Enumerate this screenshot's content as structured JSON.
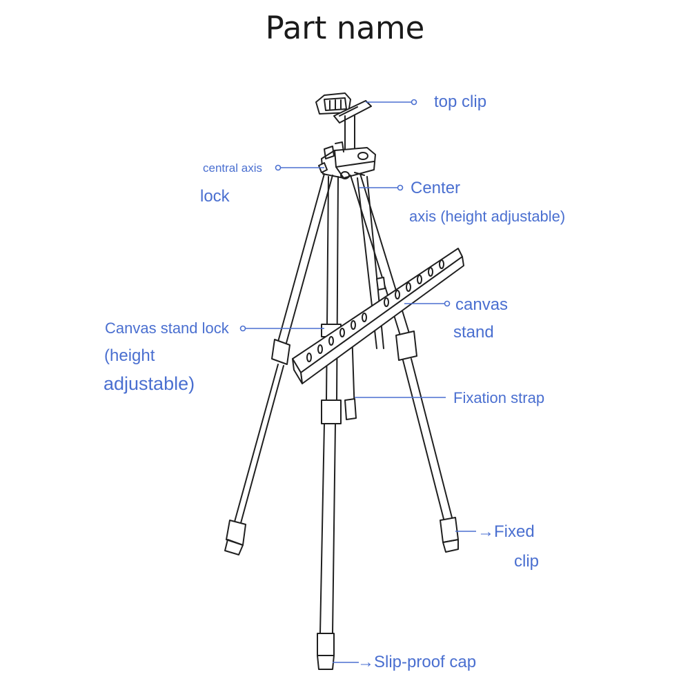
{
  "title": "Part name",
  "colors": {
    "label": "#4a6fd0",
    "drawing": "#1f1f1f"
  },
  "labels": {
    "top_clip": "top clip",
    "central_axis_lock_1": "central axis",
    "central_axis_lock_2": "lock",
    "center_axis_1": "Center",
    "center_axis_2": "axis (height adjustable)",
    "canvas_stand_1": "canvas",
    "canvas_stand_2": "stand",
    "canvas_stand_lock_1": "Canvas stand lock",
    "canvas_stand_lock_2": "(height",
    "canvas_stand_lock_3": "adjustable)",
    "fixation_strap": "Fixation strap",
    "fixed_clip_1": "→Fixed",
    "fixed_clip_2": "clip",
    "slip_proof_cap": "→Slip-proof cap"
  }
}
